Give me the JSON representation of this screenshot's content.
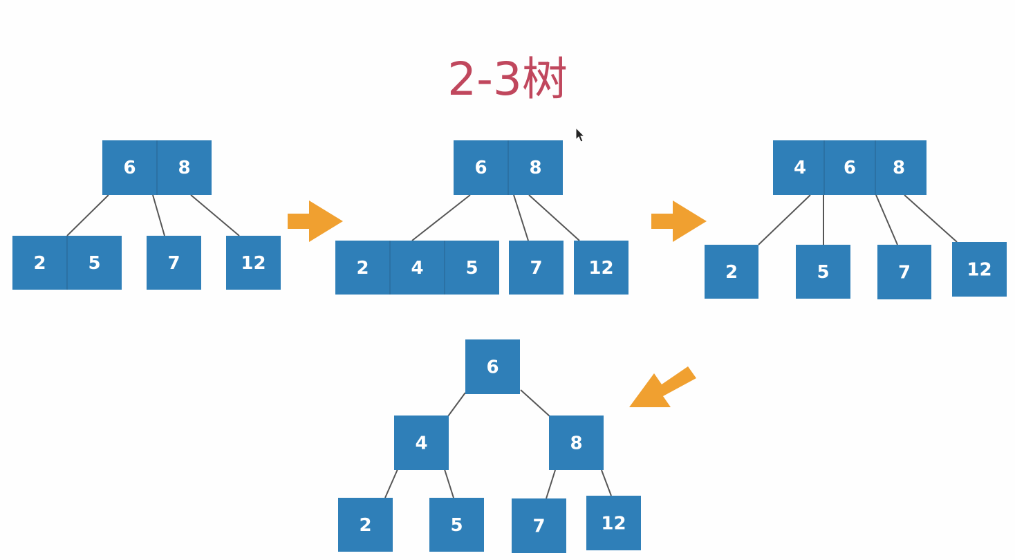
{
  "title": "2-3树",
  "colors": {
    "title": "#c0475d",
    "node_fill": "#2f7fb8",
    "edge": "#555555",
    "arrow": "#f0a030"
  },
  "stages": [
    {
      "nodes": [
        {
          "id": "a_root",
          "keys": [
            "6",
            "8"
          ]
        },
        {
          "id": "a_c1",
          "keys": [
            "2",
            "5"
          ]
        },
        {
          "id": "a_c2",
          "keys": [
            "7"
          ]
        },
        {
          "id": "a_c3",
          "keys": [
            "12"
          ]
        }
      ]
    },
    {
      "nodes": [
        {
          "id": "b_root",
          "keys": [
            "6",
            "8"
          ]
        },
        {
          "id": "b_c1",
          "keys": [
            "2",
            "4",
            "5"
          ]
        },
        {
          "id": "b_c2",
          "keys": [
            "7"
          ]
        },
        {
          "id": "b_c3",
          "keys": [
            "12"
          ]
        }
      ]
    },
    {
      "nodes": [
        {
          "id": "c_root",
          "keys": [
            "4",
            "6",
            "8"
          ]
        },
        {
          "id": "c_c1",
          "keys": [
            "2"
          ]
        },
        {
          "id": "c_c2",
          "keys": [
            "5"
          ]
        },
        {
          "id": "c_c3",
          "keys": [
            "7"
          ]
        },
        {
          "id": "c_c4",
          "keys": [
            "12"
          ]
        }
      ]
    },
    {
      "nodes": [
        {
          "id": "d_root",
          "keys": [
            "6"
          ]
        },
        {
          "id": "d_l",
          "keys": [
            "4"
          ]
        },
        {
          "id": "d_r",
          "keys": [
            "8"
          ]
        },
        {
          "id": "d_ll",
          "keys": [
            "2"
          ]
        },
        {
          "id": "d_lr",
          "keys": [
            "5"
          ]
        },
        {
          "id": "d_rl",
          "keys": [
            "7"
          ]
        },
        {
          "id": "d_rr",
          "keys": [
            "12"
          ]
        }
      ]
    }
  ]
}
